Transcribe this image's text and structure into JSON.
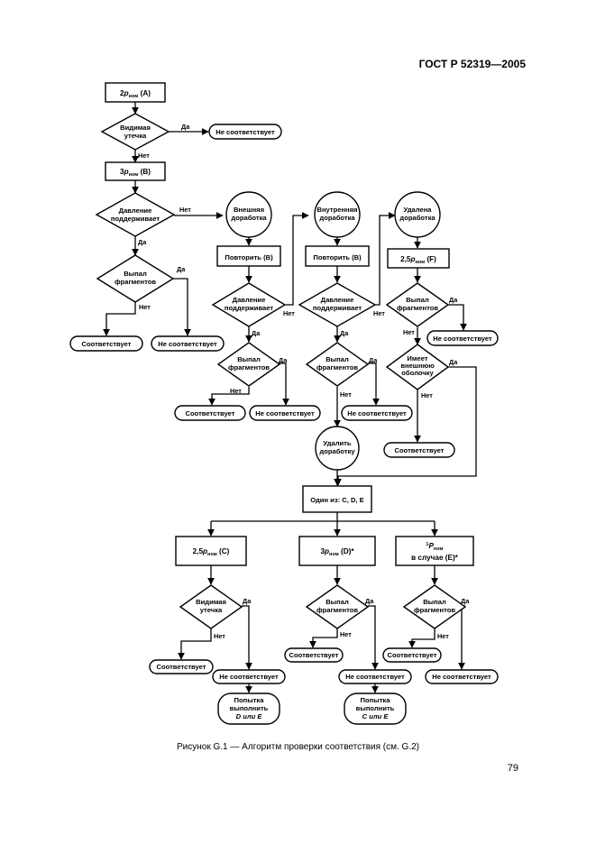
{
  "header": {
    "standard": "ГОСТ Р 52319—2005"
  },
  "caption": "Рисунок G.1 — Алгоритм проверки соответствия (см. G.2)",
  "page_number": "79",
  "flow": {
    "start": {
      "pre": "2",
      "p": "р",
      "sub": "ном",
      "post": " (A)"
    },
    "visible_leak_1": [
      "Видимая",
      "утечка"
    ],
    "label_da": "Да",
    "label_net": "Нет",
    "not_compliant": "Не соответствует",
    "compliant": "Соответствует",
    "step_b": {
      "pre": "3",
      "p": "р",
      "sub": "ном",
      "post": " (B)"
    },
    "pressure_maintained": [
      "Давление",
      "поддерживает"
    ],
    "fragments_ejected": [
      "Выпал",
      "фрагментов"
    ],
    "outer_mod": [
      "Внешняя",
      "доработка"
    ],
    "inner_mod": [
      "Внутренняя",
      "доработка"
    ],
    "removed_mod": [
      "Удалена",
      "доработка"
    ],
    "repeat_b": "Повторить (B)",
    "step_f": {
      "pre": "2,5",
      "p": "р",
      "sub": "ном",
      "post": " (F)"
    },
    "has_inner_shell": [
      "Имеет",
      "внешнюю",
      "оболочку"
    ],
    "remove_mod": [
      "Удалить",
      "доработку"
    ],
    "one_of": "Один из: C, D, E",
    "step_c": {
      "pre": "2,5",
      "p": "р",
      "sub": "ном",
      "post": " (C)"
    },
    "step_d": {
      "pre": "3",
      "p": "р",
      "sub": "ном",
      "post": " (D)*"
    },
    "step_e": {
      "sup": "1",
      "p": "Р",
      "sub": "ном",
      "line2": "в случае (E)*"
    },
    "visible_leak_2": [
      "Видимая",
      "утечка"
    ],
    "try_de": [
      "Попытка",
      "выполнить",
      "D или E"
    ],
    "try_ce": [
      "Попытка",
      "выполнить",
      "C или E"
    ]
  }
}
